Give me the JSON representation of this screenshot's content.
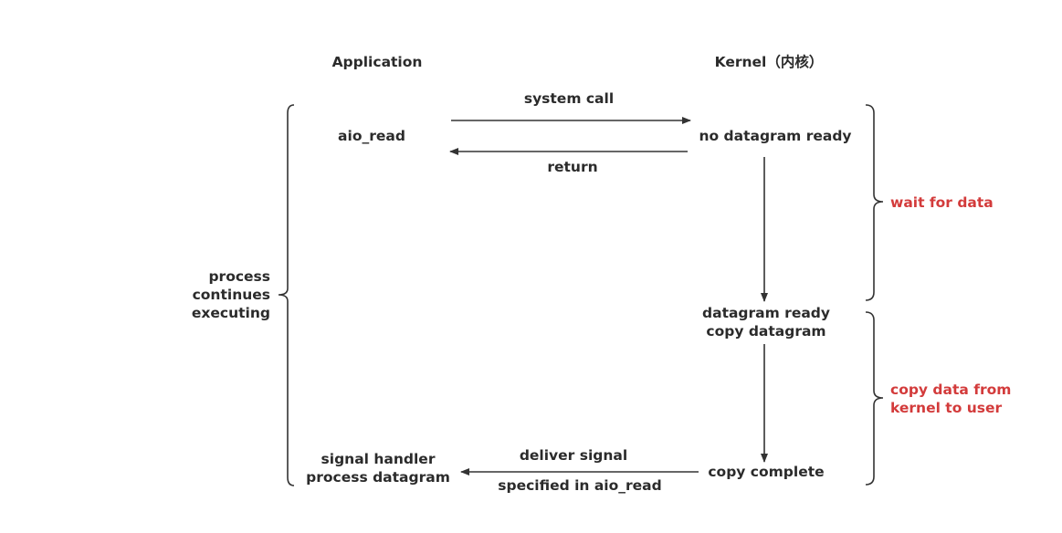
{
  "headers": {
    "application": "Application",
    "kernel": "Kernel（内核）"
  },
  "application": {
    "aio_read": "aio_read",
    "signal_handler": "signal handler\nprocess datagram",
    "process_continues": "process\ncontinues\nexecuting"
  },
  "messages": {
    "system_call": "system call",
    "return": "return",
    "deliver_signal": "deliver signal",
    "specified": "specified in aio_read"
  },
  "kernel": {
    "no_datagram": "no datagram ready",
    "datagram_ready": "datagram ready\ncopy datagram",
    "copy_complete": "copy complete"
  },
  "phases": {
    "wait": "wait for data",
    "copy": "copy data from\nkernel to user"
  },
  "colors": {
    "text": "#2b2b2b",
    "phase": "#d33b3b",
    "line": "#333333"
  }
}
